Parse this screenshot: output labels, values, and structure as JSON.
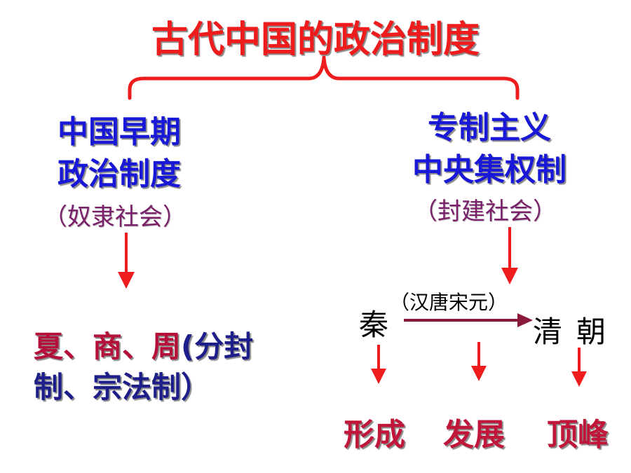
{
  "title": "古代中国的政治制度",
  "left_branch": {
    "line1": "中国早期",
    "line2": "政治制度",
    "paren": "（奴隶社会）",
    "result_part1": "夏、商、周",
    "result_part2": "(分封",
    "result_line2": "制、宗法制）"
  },
  "right_branch": {
    "line1": "专制主义",
    "line2": "中央集权制",
    "paren": "（封建社会）",
    "start_dynasty": "秦",
    "middle_dynasties": "（汉唐宋元）",
    "end_dynasty_1": "清",
    "end_dynasty_2": "朝",
    "stages": [
      "形成",
      "发展",
      "顶峰"
    ]
  },
  "colors": {
    "title": "#ee1c1c",
    "branch_heading": "#1818d6",
    "paren_label": "#7a1f6a",
    "arrow": "#ee1c1c",
    "dynasty_arrow": "#8b1a3a",
    "stage_text": "#c0163a"
  }
}
